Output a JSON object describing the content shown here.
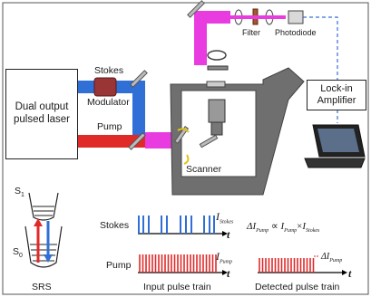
{
  "laser": {
    "line1": "Dual output",
    "line2": "pulsed laser"
  },
  "stokes_label": "Stokes",
  "modulator_label": "Modulator",
  "pump_label": "Pump",
  "scanner_label": "Scanner",
  "filter_label": "Filter",
  "photodiode_label": "Photodiode",
  "lockin": {
    "line1": "Lock-in",
    "line2": "Amplifier"
  },
  "energy": {
    "s1": "S",
    "s1_sub": "1",
    "s0": "S",
    "s0_sub": "0",
    "caption": "SRS"
  },
  "pulse_train": {
    "stokes_label": "Stokes",
    "pump_label": "Pump",
    "i_stokes": "I",
    "i_stokes_sub": "Stokes",
    "i_pump": "I",
    "i_pump_sub": "Pump",
    "t1": "t",
    "t2": "t",
    "caption": "Input pulse train"
  },
  "detected": {
    "formula_delta": "ΔI",
    "formula_delta_sub": "Pump",
    "formula_prop": "∝",
    "formula_i1": "I",
    "formula_i1_sub": "Pump",
    "formula_times": "×",
    "formula_i2": "I",
    "formula_i2_sub": "Stokes",
    "delta_label": "ΔI",
    "delta_label_sub": "Pump",
    "t": "t",
    "caption": "Detected pulse train"
  },
  "colors": {
    "stokes": "#2f6fd6",
    "pump": "#e02a2a",
    "combined": "#e83be0",
    "microscope": "#6f6f6f"
  }
}
